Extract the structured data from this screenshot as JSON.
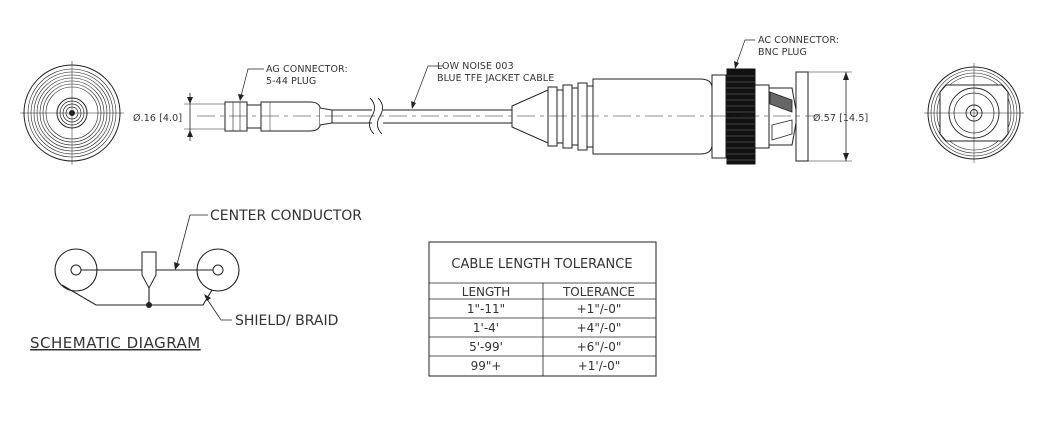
{
  "callouts": {
    "ag_connector": [
      "AG CONNECTOR:",
      "5-44 PLUG"
    ],
    "cable": [
      "LOW NOISE 003",
      "BLUE TFE JACKET CABLE"
    ],
    "ac_connector": [
      "AC CONNECTOR:",
      "BNC PLUG"
    ],
    "dim_small": "Ø.16 [4.0]",
    "dim_large": "Ø.57 [14.5]"
  },
  "schematic": {
    "center_label": "CENTER CONDUCTOR",
    "shield_label": "SHIELD/ BRAID",
    "title": "SCHEMATIC DIAGRAM"
  },
  "tolerance_table": {
    "title": "CABLE LENGTH TOLERANCE",
    "headers": [
      "LENGTH",
      "TOLERANCE"
    ],
    "rows": [
      [
        "1\"-11\"",
        "+1\"/-0\""
      ],
      [
        "1'-4'",
        "+4\"/-0\""
      ],
      [
        "5'-99'",
        "+6\"/-0\""
      ],
      [
        "99\"+",
        "+1'/-0\""
      ]
    ]
  }
}
